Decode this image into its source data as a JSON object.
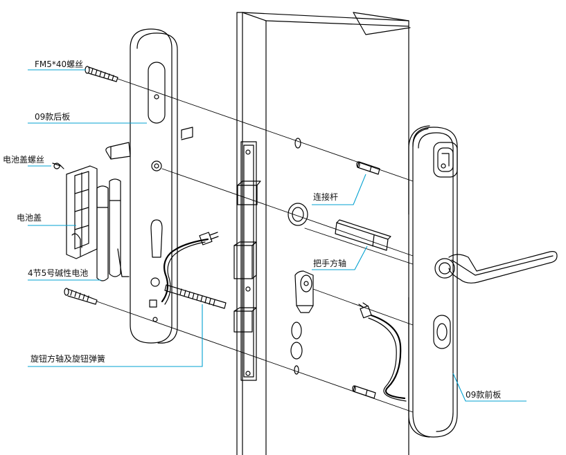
{
  "labels": {
    "screw_long": "FM5*40螺丝",
    "back_panel": "09款后板",
    "battery_cover_screw": "电池盖螺丝",
    "battery_cover": "电池盖",
    "batteries": "4节5号碱性电池",
    "rotary_spindle": "旋钮方轴及旋钮弹簧",
    "connecting_rod": "连接杆",
    "handle_spindle": "把手方轴",
    "front_panel": "09款前板"
  },
  "colors": {
    "line": "#000000",
    "leader": "#00a0d0"
  }
}
